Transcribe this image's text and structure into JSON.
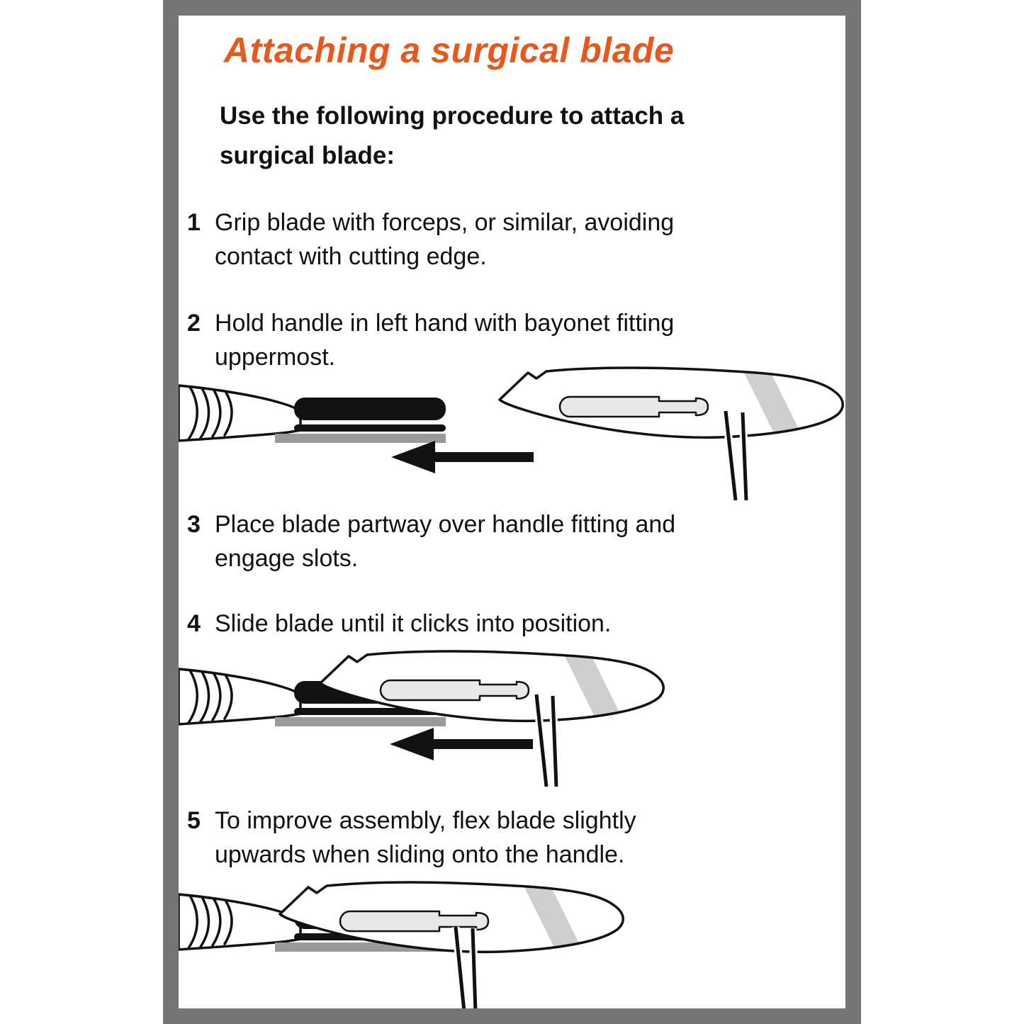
{
  "page": {
    "frame_color": "#757578",
    "title": {
      "text": "Attaching a surgical blade",
      "color": "#E7581C"
    },
    "intro": {
      "line1_pre": "Use the following procedure to ",
      "line1_emphasis": "attach",
      "line1_post": " a",
      "line2": "surgical blade:"
    },
    "steps": [
      {
        "num": "1",
        "lines": [
          "Grip blade with forceps, or similar, avoiding",
          "contact with cutting edge."
        ]
      },
      {
        "num": "2",
        "lines": [
          "Hold handle in left hand with bayonet fitting",
          "uppermost."
        ]
      },
      {
        "num": "3",
        "lines": [
          "Place blade partway over handle fitting and",
          "engage slots."
        ]
      },
      {
        "num": "4",
        "lines": [
          "Slide blade until it clicks into position."
        ]
      },
      {
        "num": "5",
        "lines": [
          "To improve assembly, flex blade slightly",
          "upwards when sliding onto the handle."
        ]
      }
    ],
    "illustrations": [
      {
        "name": "handle-and-blade-separated"
      },
      {
        "name": "blade-partway-on-fitting"
      },
      {
        "name": "blade-fully-attached"
      }
    ]
  }
}
